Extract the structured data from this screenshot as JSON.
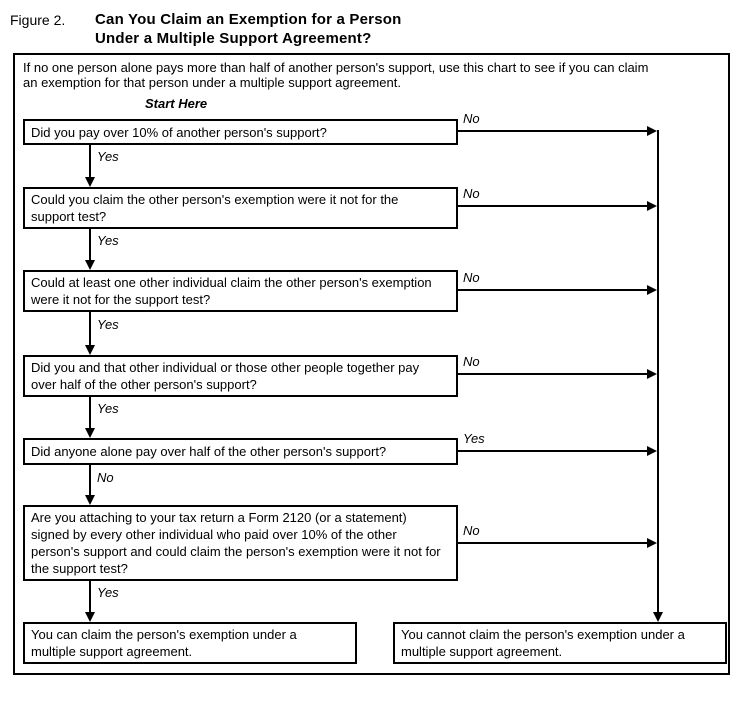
{
  "figure": {
    "label": "Figure 2.",
    "title_line1": "Can You Claim an Exemption for a Person",
    "title_line2": "Under a Multiple Support Agreement?"
  },
  "intro": {
    "line1": "If no one person alone pays more than half of another person's support, use this chart to see if you can claim",
    "line2": "an exemption for that person under a multiple support agreement."
  },
  "start_here": "Start Here",
  "flow": {
    "questions": [
      {
        "text": "Did you pay over 10% of another person's support?",
        "down_label": "Yes",
        "branch_label": "No"
      },
      {
        "text": "Could you claim the other person's exemption were it not for the support test?",
        "down_label": "Yes",
        "branch_label": "No"
      },
      {
        "text": "Could at least one other individual claim the other person's exemption were it not for the support test?",
        "down_label": "Yes",
        "branch_label": "No"
      },
      {
        "text": "Did you and that other individual or those other people together pay over half of the other person's support?",
        "down_label": "Yes",
        "branch_label": "No"
      },
      {
        "text": "Did anyone alone pay over half of the other person's support?",
        "down_label": "No",
        "branch_label": "Yes"
      },
      {
        "text": "Are you attaching to your tax return a Form 2120 (or a statement) signed by every other individual who paid over 10% of the other person's support and could claim the person's exemption were it not for the support test?",
        "down_label": "Yes",
        "branch_label": "No"
      }
    ],
    "result_yes": "You can claim the person's exemption under a multiple support agreement.",
    "result_no": "You cannot claim the person's exemption under a multiple support agreement."
  },
  "colors": {
    "line": "#000000",
    "background": "#ffffff",
    "text": "#000000"
  }
}
